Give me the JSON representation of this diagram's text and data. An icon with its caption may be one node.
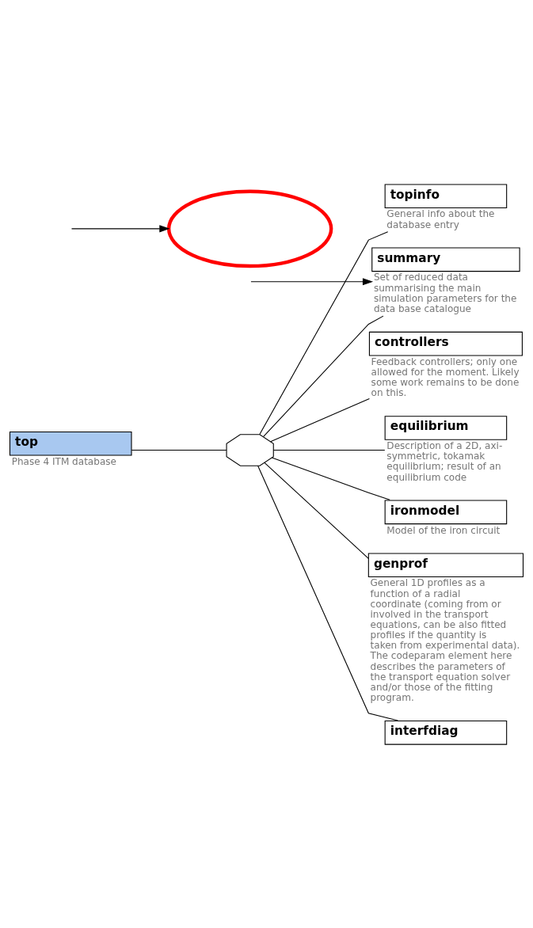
{
  "diagram": {
    "nodes": [
      {
        "text": [
          "top"
        ],
        "beside": [
          "Phase 4 ITM database"
        ]
      },
      {
        "text": [],
        "shape": "octagon"
      },
      {
        "text": [
          "topinfo"
        ],
        "beside": [
          "General info about the database entry"
        ]
      },
      {
        "text": [
          "summary"
        ],
        "beside": [
          "Set of reduced data summarising the main simulation parameters for the data base catalogue"
        ]
      },
      {
        "text": [
          "controllers"
        ],
        "beside": [
          "Feedback controllers; only one allowed for the moment. Likely some work remains to be done on this."
        ]
      },
      {
        "text": [
          "equilibrium"
        ],
        "beside": [
          "Description of a 2D, axi-symmetric, tokamak equilibrium; result of an equilibrium code"
        ]
      },
      {
        "text": [
          "ironmodel"
        ],
        "beside": [
          "Model of the iron circuit"
        ]
      },
      {
        "text": [
          "genprof"
        ],
        "beside": [
          "General 1D profiles as a function of a radial coordinate (coming from or involved in the transport equations, can be also fitted profiles if the quantity is taken from experimental data). The codeparam element here describes the parameters of the transport equation solver and/or those of the fitting program."
        ]
      },
      {
        "text": [
          "interfdiag"
        ]
      },
      {
        "text": [],
        "shape": "ellipse"
      }
    ],
    "edges": [
      {
        "from": 0,
        "to": 1,
        "arrow": "none"
      },
      {
        "from": 1,
        "to": 2,
        "arrow": "none"
      },
      {
        "from": 1,
        "to": 3,
        "arrow": "none"
      },
      {
        "from": 1,
        "to": 4,
        "arrow": "none"
      },
      {
        "from": 1,
        "to": 5,
        "arrow": "none"
      },
      {
        "from": 1,
        "to": 6,
        "arrow": "none"
      },
      {
        "from": 1,
        "to": 7,
        "arrow": "none"
      },
      {
        "from": 1,
        "to": 8,
        "arrow": "none"
      },
      {
        "from": null,
        "to": 9,
        "arrow": "to"
      },
      {
        "from": null,
        "to": 3,
        "arrow": "to"
      }
    ]
  }
}
